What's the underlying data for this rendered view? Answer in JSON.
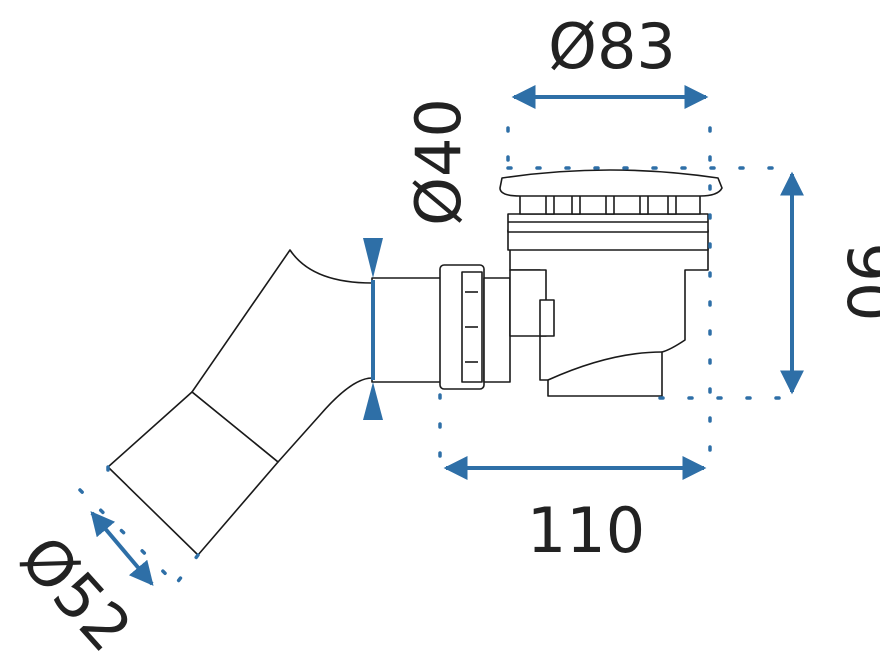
{
  "dimensions": {
    "top_diameter": "Ø83",
    "pipe_diameter": "Ø40",
    "height": "90",
    "width": "110",
    "outlet_diameter": "Ø52"
  },
  "colors": {
    "dimension_line": "#2e6fa7",
    "outline": "#1a1a1a",
    "text": "#222222"
  }
}
